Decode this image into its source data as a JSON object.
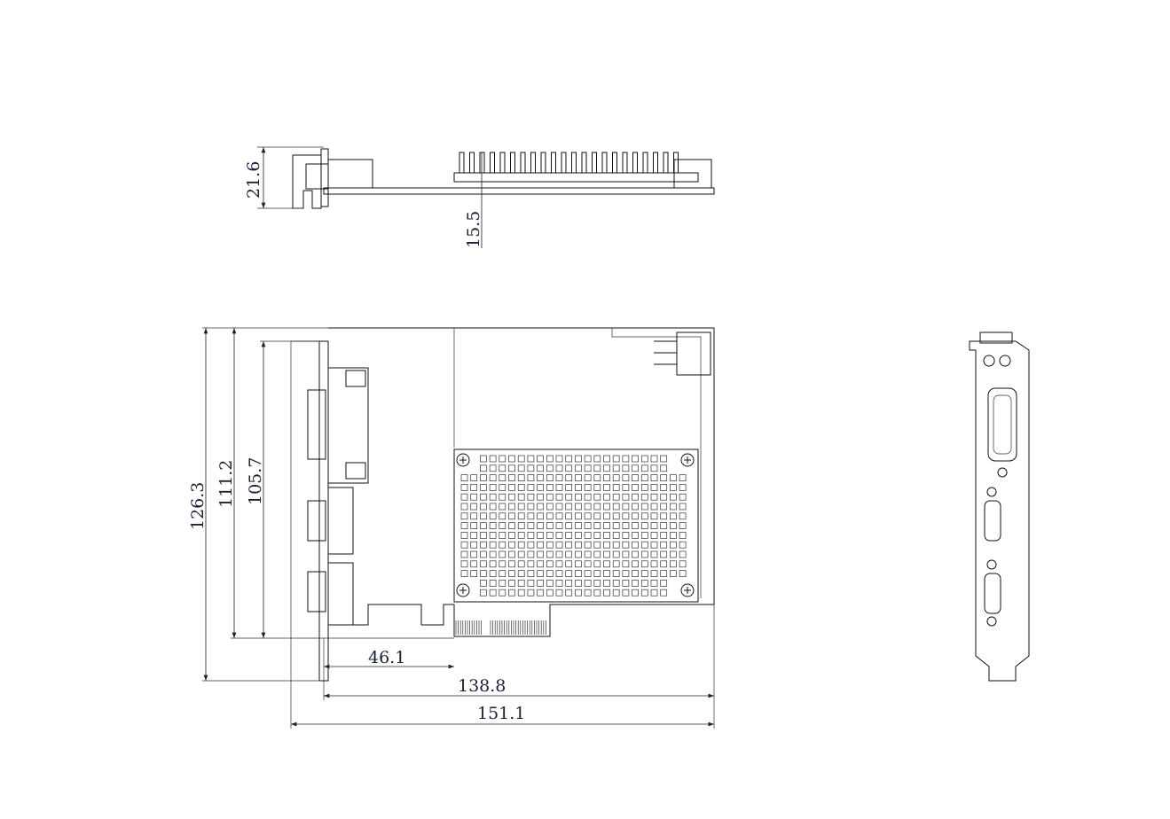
{
  "drawing": {
    "side_view": {
      "height_dimension": "21.6",
      "heatsink_height_dimension": "15.5"
    },
    "top_view": {
      "overall_height_dimension": "126.3",
      "pcb_height_dimension": "111.2",
      "bracket_inner_height_dimension": "105.7",
      "connector_to_heatsink_dimension": "46.1",
      "pcb_length_dimension": "138.8",
      "overall_length_dimension": "151.1"
    },
    "colors": {
      "line": "#111111",
      "text": "#1a1f3a"
    }
  }
}
